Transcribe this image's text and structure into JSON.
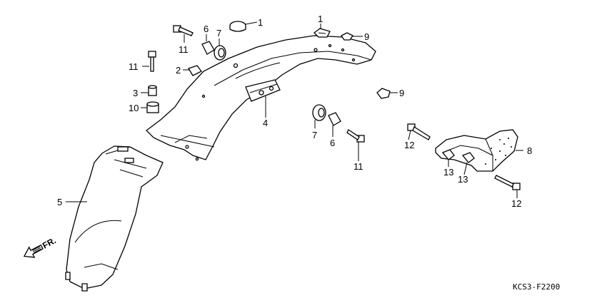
{
  "callouts": {
    "c1a": "1",
    "c1b": "1",
    "c2": "2",
    "c3": "3",
    "c4": "4",
    "c5": "5",
    "c6a": "6",
    "c6b": "6",
    "c7a": "7",
    "c7b": "7",
    "c8": "8",
    "c9a": "9",
    "c9b": "9",
    "c10": "10",
    "c11a": "11",
    "c11b": "11",
    "c11c": "11",
    "c12a": "12",
    "c12b": "12",
    "c13a": "13",
    "c13b": "13"
  },
  "direction": {
    "front": "FR."
  },
  "diagram_code": "KCS3-F2200"
}
